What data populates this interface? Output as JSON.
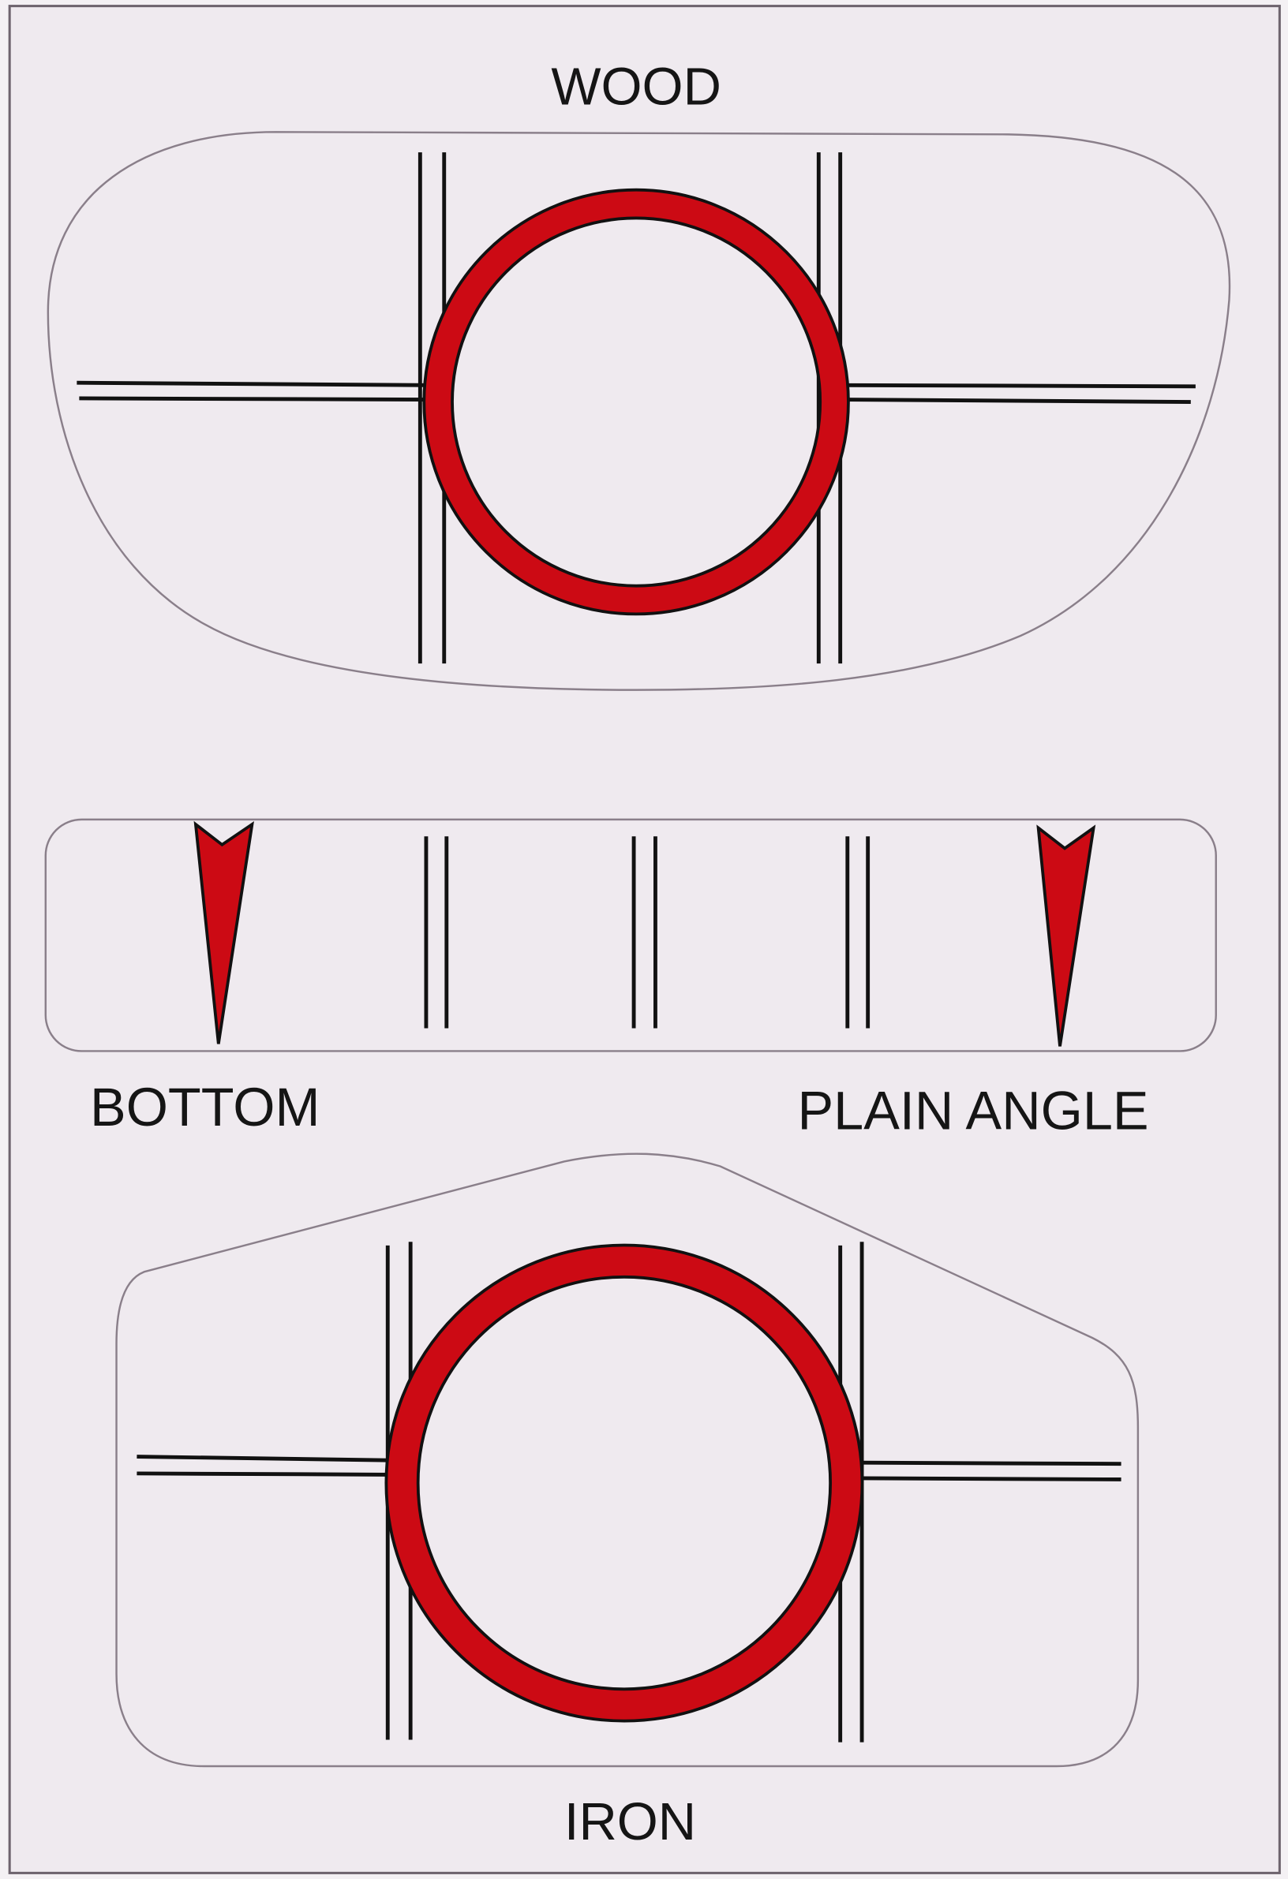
{
  "labels": {
    "top": "WOOD",
    "left": "BOTTOM",
    "right": "PLAIN ANGLE",
    "bottom": "IRON"
  },
  "colors": {
    "background": "#efeaef",
    "ring": "#cc0a14",
    "lines": "#111111",
    "outline": "#8a7f8a"
  }
}
